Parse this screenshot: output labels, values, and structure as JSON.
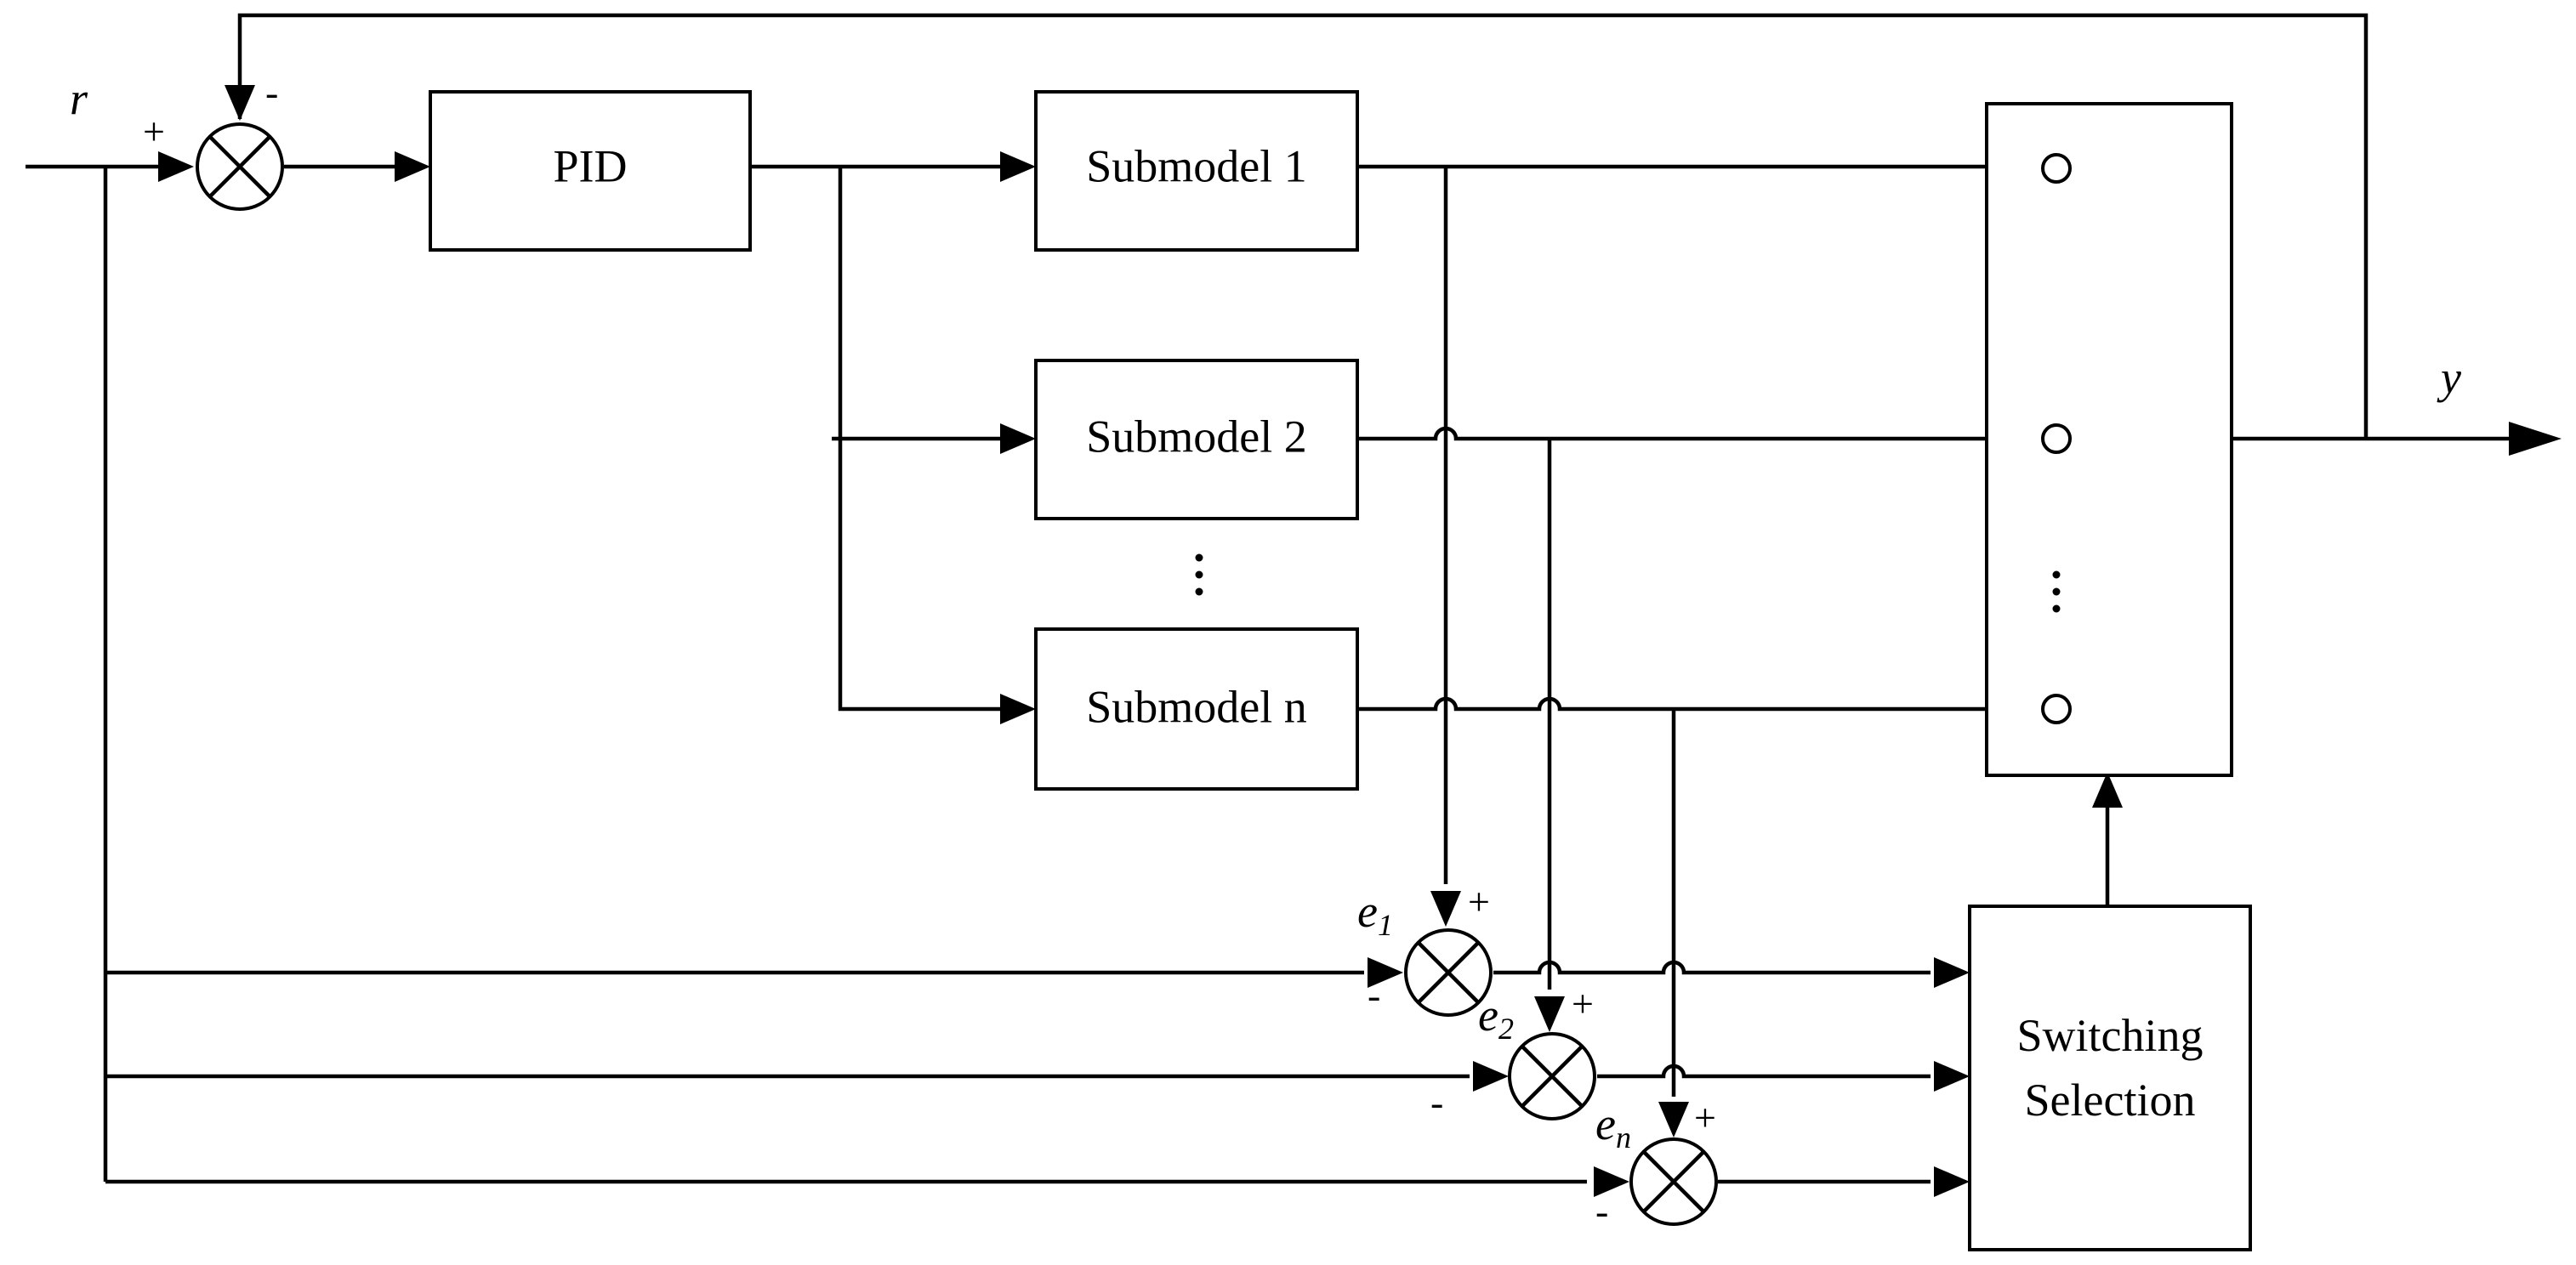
{
  "blocks": {
    "pid": "PID",
    "submodel_1": "Submodel 1",
    "submodel_2": "Submodel 2",
    "submodel_n": "Submodel n",
    "switching_line1": "Switching",
    "switching_line2": "Selection"
  },
  "signals": {
    "input": "r",
    "output": "y",
    "error_1": {
      "base": "e",
      "sub": "1"
    },
    "error_2": {
      "base": "e",
      "sub": "2"
    },
    "error_n": {
      "base": "e",
      "sub": "n"
    }
  },
  "signs": {
    "plus": "+",
    "minus": "-"
  }
}
